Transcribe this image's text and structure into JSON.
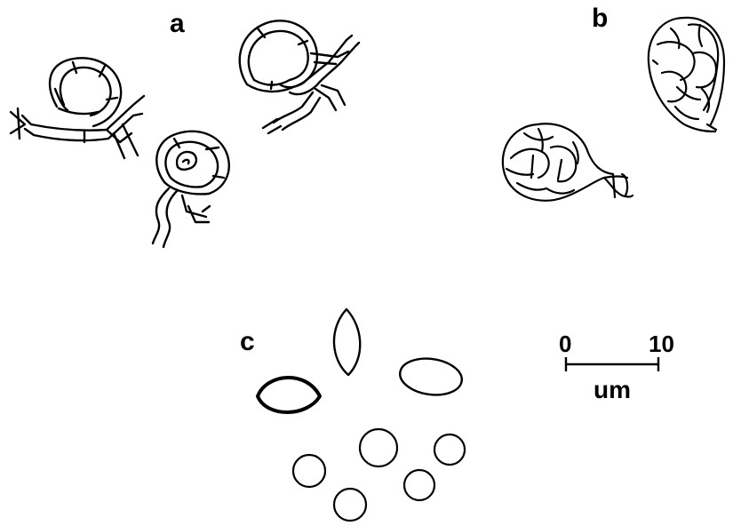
{
  "panels": {
    "a": {
      "label": "a"
    },
    "b": {
      "label": "b"
    },
    "c": {
      "label": "c"
    }
  },
  "scale_bar": {
    "start_label": "0",
    "end_label": "10",
    "unit": "um"
  },
  "colors": {
    "ink": "#000000",
    "background": "#ffffff"
  }
}
